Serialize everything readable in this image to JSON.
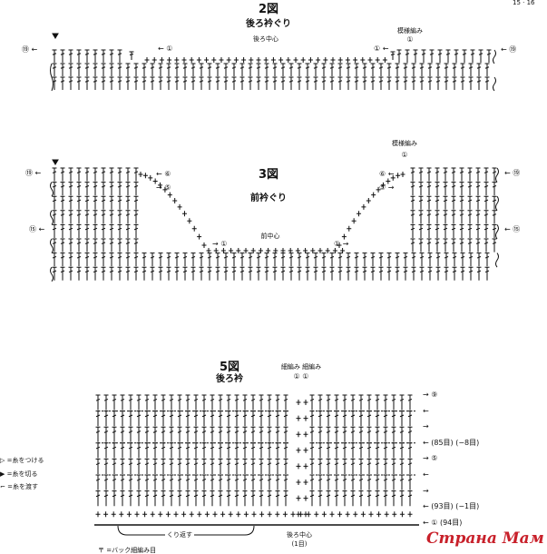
{
  "page_corner": "15 · 16",
  "fig2": {
    "title": "2図",
    "subtitle": "後ろ衿ぐり",
    "center": "後ろ中心",
    "pattern": "模様編み",
    "row1_top": "①",
    "left_row": "⑲ ←",
    "left_start": "← ①",
    "right_start": "① ←",
    "right_row": "← ⑲"
  },
  "fig3": {
    "title": "3図",
    "subtitle": "前衿ぐり",
    "center": "前中心",
    "pattern": "模様編み",
    "row1_top": "①",
    "left_row19": "⑲ ←",
    "left_row15": "⑮ ←",
    "left_r6": "← ⑥",
    "left_r5": "→ ⑤",
    "left_r1": "→ ①",
    "right_r1": "① →",
    "right_r6": "⑥ ←",
    "right_r5": "⑤ →",
    "right_row19": "← ⑲",
    "right_row15": "← ⑮"
  },
  "fig5": {
    "title": "5図",
    "subtitle": "後ろ衿",
    "top_labels": "細編み 細編み",
    "top_marks": "①  ①",
    "row_labels": [
      "→ ⑨",
      "←",
      "→",
      "←  (85目) (−8目)",
      "→ ⑤",
      "←",
      "→",
      "←  (93目) (−1目)",
      "← ① (94目)"
    ],
    "repeat": "くり返す",
    "center": "後ろ中心",
    "center_count": "(1目)",
    "back_sc": "〒 =バック細編み目"
  },
  "legend": [
    "▷ =糸をつける",
    "▶ =糸を切る",
    "⌐ =糸を渡す"
  ],
  "watermark": "Страна Мам"
}
